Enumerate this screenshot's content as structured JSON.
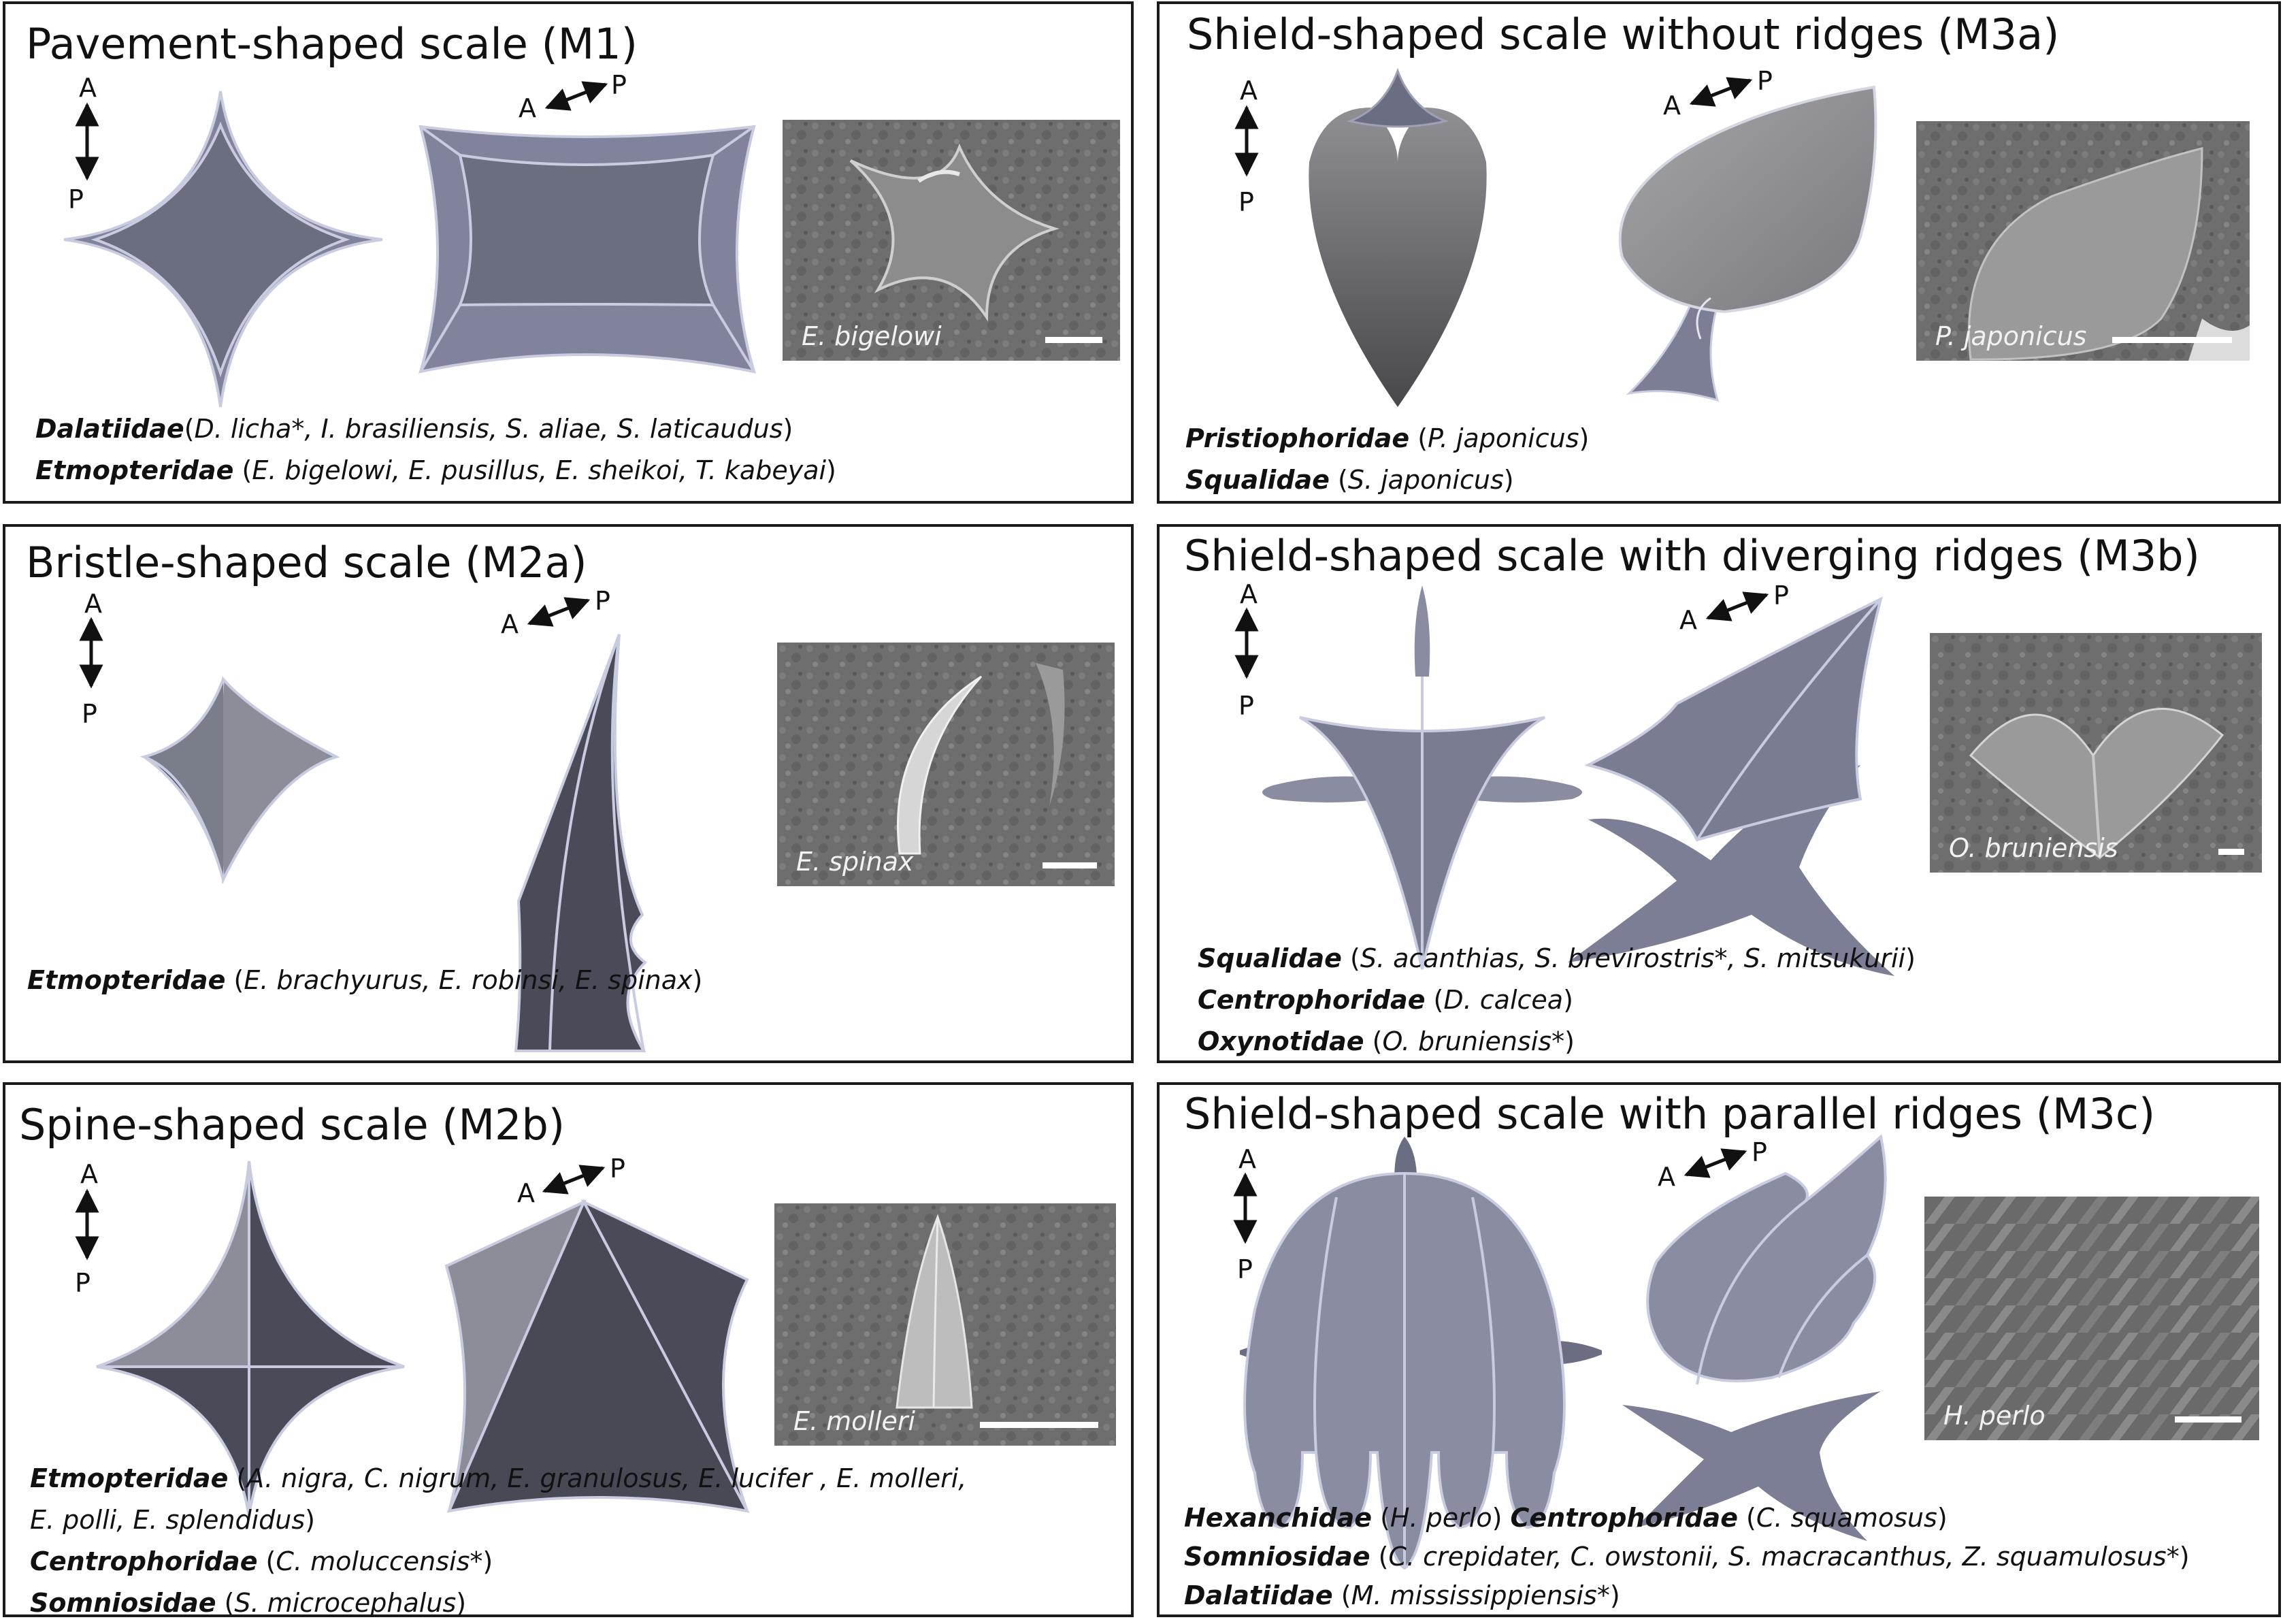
{
  "axis_labels": {
    "anterior": "A",
    "posterior": "P"
  },
  "colors": {
    "crown_fill": "#6b6e7e",
    "rim_fill": "#80839b",
    "ridge_line": "#c9cce0",
    "base_fill": "#7b7e94",
    "dark_face": "#494c58",
    "light_face": "#8b8e99",
    "shield_top": "#8e8e92",
    "shield_bottom": "#4a4a4d"
  },
  "panels": {
    "m1": {
      "title": "Pavement-shaped scale (M1)",
      "sem_caption": "E. bigelowi",
      "lines": [
        {
          "family": "Dalatiidae",
          "species": "D. licha*, I. brasiliensis,  S. aliae, S. laticaudus",
          "punct_open": "(",
          "punct_close": ")"
        },
        {
          "family": "Etmopteridae",
          "species": "E. bigelowi, E. pusillus, E. sheikoi, T. kabeyai",
          "punct_open": " (",
          "punct_close": ")"
        }
      ]
    },
    "m2a": {
      "title": "Bristle-shaped scale (M2a)",
      "sem_caption": "E. spinax",
      "lines": [
        {
          "family": "Etmopteridae",
          "species": "E. brachyurus, E. robinsi, E. spinax",
          "punct_open": " (",
          "punct_close": ")"
        }
      ]
    },
    "m2b": {
      "title": "Spine-shaped scale (M2b)",
      "sem_caption": "E. molleri",
      "lines": [
        {
          "family": "Etmopteridae",
          "species": "A. nigra, C. nigrum, E. granulosus, E. lucifer , E. molleri,",
          "punct_open": " (",
          "punct_close": ""
        },
        {
          "family": "",
          "species": "E. polli, E. splendidus",
          "punct_open": "",
          "punct_close": ")"
        },
        {
          "family": "Centrophoridae",
          "species": "C. moluccensis*",
          "punct_open": " (",
          "punct_close": ")"
        },
        {
          "family": "Somniosidae",
          "species": "S. microcephalus",
          "punct_open": " (",
          "punct_close": ")"
        }
      ]
    },
    "m3a": {
      "title": "Shield-shaped scale without ridges (M3a)",
      "sem_caption": "P. japonicus",
      "lines": [
        {
          "family": "Pristiophoridae",
          "species": "P. japonicus",
          "punct_open": " (",
          "punct_close": ")"
        },
        {
          "family": "Squalidae",
          "species": "S. japonicus",
          "punct_open": " (",
          "punct_close": ")"
        }
      ]
    },
    "m3b": {
      "title": "Shield-shaped scale with diverging ridges (M3b)",
      "sem_caption": "O. bruniensis",
      "lines": [
        {
          "family": "Squalidae",
          "species": "S. acanthias, S. brevirostris*, S. mitsukurii",
          "punct_open": " (",
          "punct_close": ")"
        },
        {
          "family": "Centrophoridae",
          "species": "D. calcea",
          "punct_open": " (",
          "punct_close": ")"
        },
        {
          "family": "Oxynotidae",
          "species": "O. bruniensis*",
          "punct_open": " (",
          "punct_close": ")"
        }
      ]
    },
    "m3c": {
      "title": "Shield-shaped scale with parallel ridges (M3c)",
      "sem_caption": "H. perlo",
      "lines": [
        {
          "family": "Hexanchidae",
          "species": "H. perlo",
          "punct_open": " (",
          "punct_close": ") ",
          "family2": "Centrophoridae",
          "species2": "C. squamosus",
          "punct2_open": " (",
          "punct2_close": ")"
        },
        {
          "family": "Somniosidae",
          "species": "C. crepidater, C. owstonii, S. macracanthus, Z. squamulosus*",
          "punct_open": " (",
          "punct_close": ")"
        },
        {
          "family": "Dalatiidae",
          "species": "M. mississippiensis*",
          "punct_open": " (",
          "punct_close": ")"
        }
      ]
    }
  }
}
